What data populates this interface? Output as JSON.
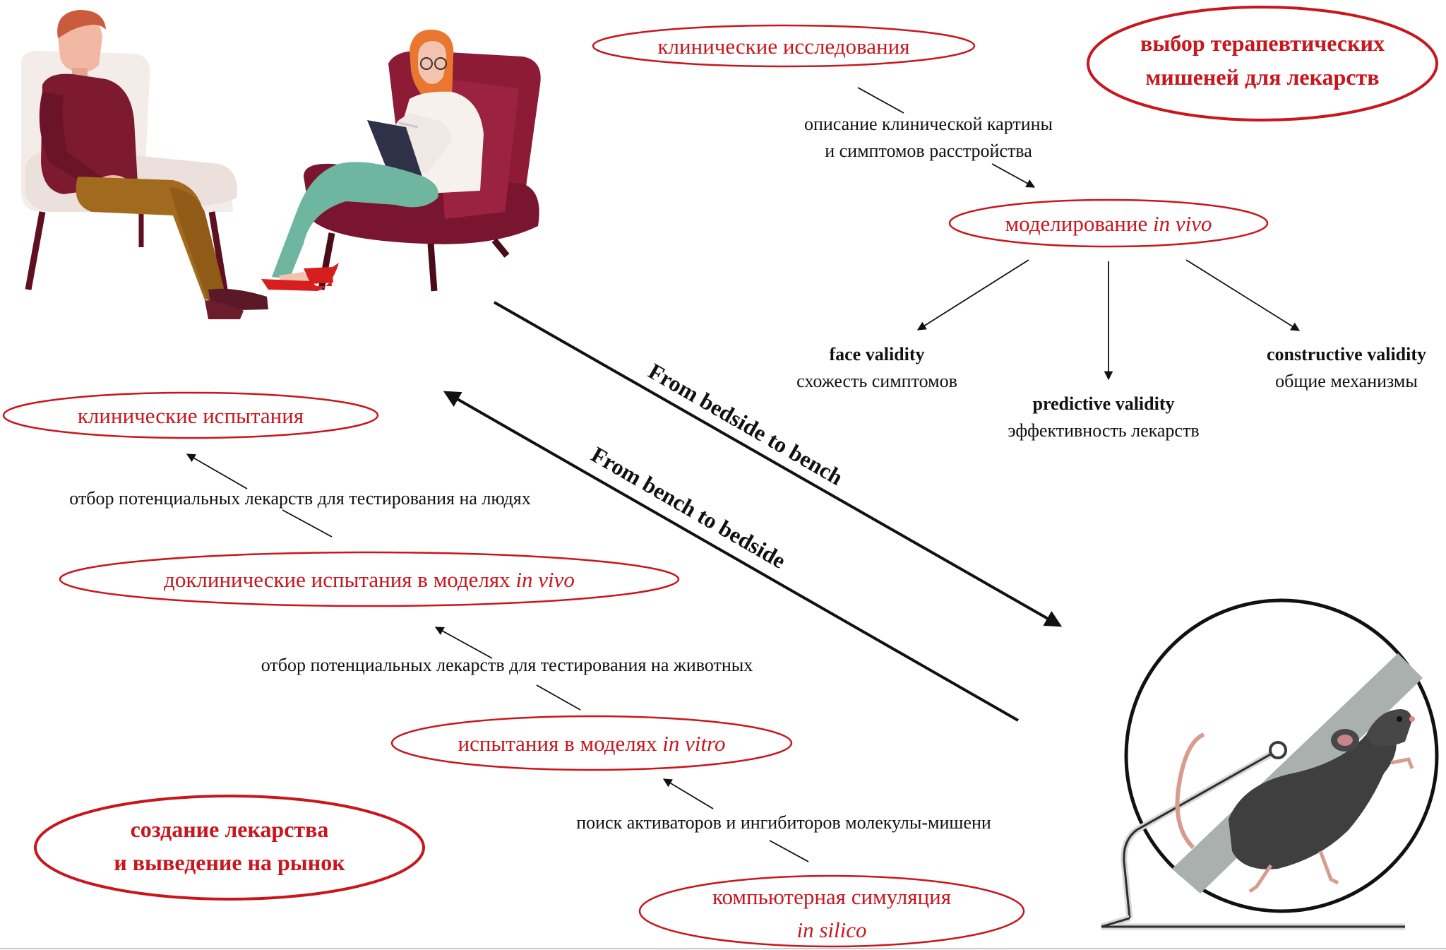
{
  "colors": {
    "accent_red": "#c8161d",
    "text": "#111111",
    "arrow": "#111111"
  },
  "top_right": {
    "oval_clinical_research": "клинические исследования",
    "oval_target_selection": [
      "выбор терапевтических",
      "мишеней для лекарств"
    ],
    "note_clinical_picture": [
      "описание клинической картины",
      "и симптомов расстройства"
    ],
    "oval_in_vivo_modeling": {
      "prefix": "моделирование ",
      "italic": "in vivo"
    },
    "validity": {
      "face": {
        "title": "face validity",
        "desc": "схожесть симптомов"
      },
      "predictive": {
        "title": "predictive validity",
        "desc": "эффективность лекарств"
      },
      "constructive": {
        "title": "constructive validity",
        "desc": "общие механизмы"
      }
    }
  },
  "diagonal": {
    "bedside_to_bench": "From bedside to bench",
    "bench_to_bedside": "From bench to bedside"
  },
  "left_chain": {
    "oval_clinical_trials": "клинические испытания",
    "note_select_humans": "отбор потенциальных лекарств для тестирования на людях",
    "oval_preclinical": {
      "prefix": "доклинические испытания в моделях ",
      "italic": "in vivo"
    },
    "note_select_animals": "отбор потенциальных лекарств для тестирования на животных",
    "oval_in_vitro": {
      "prefix": "испытания в моделях ",
      "italic": "in vitro"
    },
    "note_search_activators": "поиск активаторов и ингибиторов молекулы-мишени",
    "oval_in_silico": {
      "line1": "компьютерная симуляция",
      "italic": "in silico"
    },
    "oval_drug_creation": [
      "создание лекарства",
      "и выведение на рынок"
    ]
  },
  "illustrations": {
    "therapy_session": "patient-and-therapist-illustration",
    "mouse_wheel": "mouse-in-running-wheel-illustration"
  }
}
